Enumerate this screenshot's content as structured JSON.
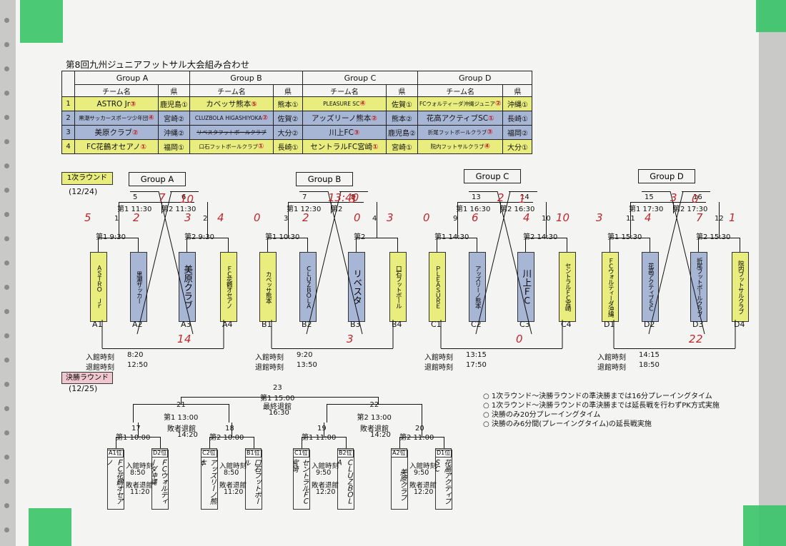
{
  "title": "第8回九州ジュニアフットサル大会組み合わせ",
  "table": {
    "groups": [
      "Group A",
      "Group B",
      "Group C",
      "Group D"
    ],
    "col_team": "チーム名",
    "col_pref": "県",
    "rows": [
      {
        "no": "1",
        "A": {
          "team": "ASTRO Jr",
          "mark": "③",
          "pref": "鹿児島①"
        },
        "B": {
          "team": "カベッサ熊本",
          "mark": "⑤",
          "pref": "熊本①"
        },
        "C": {
          "team": "PLEASURE SC",
          "mark": "④",
          "pref": "佐賀①"
        },
        "D": {
          "team": "FCウォルティーダ沖縄ジュニア",
          "mark": "②",
          "pref": "沖縄①"
        }
      },
      {
        "no": "2",
        "A": {
          "team": "黒潮サッカースポーツ少年団",
          "mark": "④",
          "pref": "宮崎②"
        },
        "B": {
          "team": "CLUZBOLA HIGASHIYOKA",
          "mark": "②",
          "pref": "佐賀②"
        },
        "C": {
          "team": "アッズリーノ熊本",
          "mark": "②",
          "pref": "熊本②"
        },
        "D": {
          "team": "花高アクティブSC",
          "mark": "①",
          "pref": "長崎①"
        }
      },
      {
        "no": "3",
        "A": {
          "team": "美原クラブ",
          "mark": "②",
          "pref": "沖縄②"
        },
        "B": {
          "team": "リベスタフットボールクラブ",
          "mark": "",
          "pref": "大分②"
        },
        "C": {
          "team": "川上FC",
          "mark": "③",
          "pref": "鹿児島②"
        },
        "D": {
          "team": "折尾フットボールクラブ",
          "mark": "③",
          "pref": "福岡②"
        }
      },
      {
        "no": "4",
        "A": {
          "team": "FC花鶴オセアノ",
          "mark": "①",
          "pref": "福岡①"
        },
        "B": {
          "team": "口石フットボールクラブ",
          "mark": "①",
          "pref": "長崎①"
        },
        "C": {
          "team": "セントラルFC宮崎",
          "mark": "①",
          "pref": "宮崎①"
        },
        "D": {
          "team": "院内フットサルクラブ",
          "mark": "④",
          "pref": "大分①"
        }
      }
    ]
  },
  "round1": {
    "label": "1次ラウンド",
    "date": "(12/24)",
    "groups": [
      {
        "name": "Group A",
        "m1": "5",
        "m1t": "第1 11:30",
        "m2": "6",
        "m2t": "第2 11:30",
        "m3": "1",
        "m3t": "第1 9:30",
        "m4": "2",
        "m4t": "第2 9:30",
        "teams": [
          "ＡＳＴＲＯ Ｊｒ",
          "黒潮サッカー",
          "美原クラブ",
          "ＦＣ花鶴オセアノ"
        ],
        "slots": [
          "A1",
          "A2",
          "A3",
          "A4"
        ],
        "entry": "入館時刻",
        "entry_t": "8:20",
        "exit": "退館時刻",
        "exit_t": "12:50",
        "scores": [
          "5",
          "2",
          "3",
          "4",
          "7",
          "10",
          "1",
          "4"
        ]
      },
      {
        "name": "Group B",
        "m1": "7",
        "m1t": "第1 12:30",
        "m2": "8",
        "m2t": "第2",
        "m3": "3",
        "m3t": "第1 10:30",
        "m4": "4",
        "m4t": "第2",
        "teams": [
          "カベッサ熊本",
          "ＣＬＵＺＢＯＬＡ",
          "リベスタ",
          "口石フットボール"
        ],
        "slots": [
          "B1",
          "B2",
          "B3",
          "B4"
        ],
        "entry": "入館時刻",
        "entry_t": "9:20",
        "exit": "退館時刻",
        "exit_t": "13:50",
        "scores": [
          "0",
          "2",
          "0",
          "3",
          "13:40",
          "3",
          "3"
        ]
      },
      {
        "name": "Group C",
        "m1": "13",
        "m1t": "第1 16:30",
        "m2": "14",
        "m2t": "第2 16:30",
        "m3": "9",
        "m3t": "第1 14:30",
        "m4": "10",
        "m4t": "第2 14:30",
        "teams": [
          "ＰＬＥＡＳＵＲＥ",
          "アッズリーノ熊本",
          "川上ＦＣ",
          "セントラルＦＣ宮崎"
        ],
        "slots": [
          "C1",
          "C2",
          "C3",
          "C4"
        ],
        "entry": "入館時刻",
        "entry_t": "13:15",
        "exit": "退館時刻",
        "exit_t": "17:50",
        "scores": [
          "0",
          "6",
          "4",
          "10",
          "2",
          "1",
          "0"
        ]
      },
      {
        "name": "Group D",
        "m1": "15",
        "m1t": "第1 17:30",
        "m2": "16",
        "m2t": "第2 17:30",
        "m3": "11",
        "m3t": "第1 15:30",
        "m4": "12",
        "m4t": "第2 15:30",
        "teams": [
          "ＦＣウォルティーダ沖縄",
          "花高アクティブＳＣ",
          "折尾フットボールクラブ",
          "院内フットサルクラブ"
        ],
        "slots": [
          "D1",
          "D2",
          "D3",
          "D4"
        ],
        "entry": "入館時刻",
        "entry_t": "14:15",
        "exit": "退館時刻",
        "exit_t": "18:50",
        "scores": [
          "3",
          "4",
          "7",
          "1",
          "3",
          "0",
          "2",
          "2"
        ]
      }
    ]
  },
  "final_round": {
    "label": "決勝ラウンド",
    "date": "(12/25)",
    "final": {
      "no": "23",
      "time": "第1 15:00",
      "last_exit_label": "最終退館",
      "last_exit": "16:30"
    },
    "sf1": {
      "no": "21",
      "time": "第1 13:00",
      "loser_label": "敗者退館",
      "loser": "14:20"
    },
    "sf2": {
      "no": "22",
      "time": "第2 13:00",
      "loser_label": "敗者退館",
      "loser": "14:20"
    },
    "qf": [
      {
        "no": "17",
        "time": "第1 10:00",
        "a": "A1位",
        "b": "D2位",
        "ta": "ＦＣ花鶴オセアノ",
        "tb": "ＦＣウォルティーダ沖縄",
        "entry": "入館時刻",
        "entry_t": "8:50",
        "loser": "敗者退館",
        "loser_t": "11:20"
      },
      {
        "no": "18",
        "time": "第2 10:00",
        "a": "C2位",
        "b": "B1位",
        "ta": "アッズリーノ熊本",
        "tb": "口石フットボール",
        "entry": "入館時刻",
        "entry_t": "8:50",
        "loser": "敗者退館",
        "loser_t": "11:20"
      },
      {
        "no": "19",
        "time": "第1 11:00",
        "a": "C1位",
        "b": "B2位",
        "ta": "セントラルＦＣ宮崎",
        "tb": "ＣＬＵＺＢＯＬＡ",
        "entry": "入館時刻",
        "entry_t": "9:50",
        "loser": "敗者退館",
        "loser_t": "12:20"
      },
      {
        "no": "20",
        "time": "第2 11:00",
        "a": "A2位",
        "b": "D1位",
        "ta": "美原クラブ",
        "tb": "花高アクティブＳＣ",
        "entry": "入館時刻",
        "entry_t": "9:50",
        "loser": "敗者退館",
        "loser_t": "12:20"
      }
    ]
  },
  "notes": [
    "○ 1次ラウンド～決勝ラウンドの準決勝までは16分プレーイングタイム",
    "○ 1次ラウンド～決勝ラウンドの準決勝までは延長戦を行わずPK方式実施",
    "○ 決勝のみ20分プレーイングタイム",
    "○ 決勝のみ6分間(プレーイングタイム)の延長戦実施"
  ],
  "colors": {
    "yellow": "#e9ed7e",
    "blue": "#a8b6d6",
    "red": "#c0262b",
    "tape": "#3cc46a"
  }
}
